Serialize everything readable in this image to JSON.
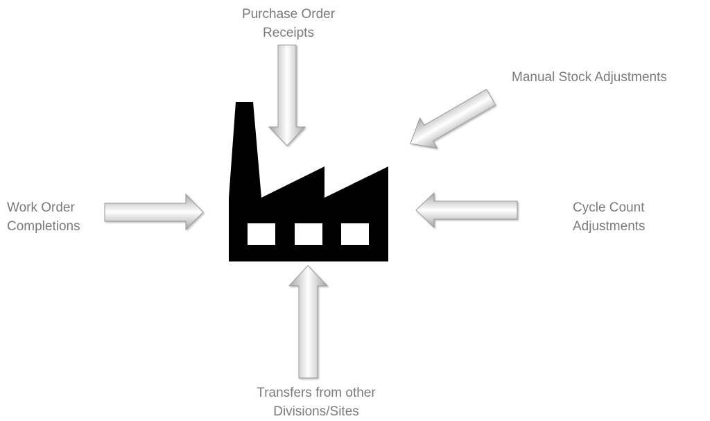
{
  "diagram": {
    "center_icon": "factory-icon",
    "arrow_direction": "inward",
    "colors": {
      "factory": "#000000",
      "factory_windows": "#ffffff",
      "arrow_edge": "#a9a9a9",
      "arrow_highlight": "#ffffff",
      "label_text": "#7a7a7a"
    },
    "inputs": [
      {
        "id": "top",
        "lines": [
          "Purchase Order",
          "Receipts"
        ]
      },
      {
        "id": "right-top",
        "lines": [
          "Manual Stock Adjustments"
        ]
      },
      {
        "id": "left",
        "lines": [
          "Work Order",
          "Completions"
        ]
      },
      {
        "id": "right",
        "lines": [
          "Cycle Count",
          "Adjustments"
        ]
      },
      {
        "id": "bottom",
        "lines": [
          "Transfers from other",
          "Divisions/Sites"
        ]
      }
    ]
  }
}
